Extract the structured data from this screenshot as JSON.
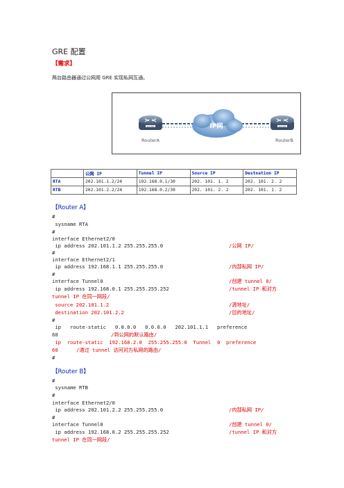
{
  "doc": {
    "title": "GRE 配置",
    "requirement_heading": "【需求】",
    "requirement_text": "两台路由器通过公网用 GRE 实现私网互通。"
  },
  "diagram": {
    "router_a": "RouterA",
    "router_b": "RouterB",
    "cloud": "IP网",
    "router_badge": "ROUTER"
  },
  "table": {
    "headers": [
      "",
      "公网 IP",
      "Tunnel IP",
      "Source IP",
      "Destnation IP"
    ],
    "rows": [
      [
        "RTA",
        "202.101.1.2/24",
        "192.168.0.1/30",
        "202. 101. 1. 2",
        "202. 101. 2. 2"
      ],
      [
        "RTB",
        "202.101.2.2/24",
        "192.168.0.2/30",
        "202. 101. 2. 2",
        "202. 101. 1. 2"
      ]
    ]
  },
  "config_a": {
    "heading": "【Router A】",
    "l1": "#",
    "l2": " sysname RTA",
    "l3": "#",
    "l4": "interface Ethernet2/0",
    "l5": " ip address 202.101.1.2 255.255.255.0",
    "c5": "/公网 IP/",
    "l6": "#",
    "l7": "interface Ethernet2/1",
    "l8": " ip address 192.168.1.1 255.255.255.0",
    "c8": "/内部私网 IP/",
    "l9": "#",
    "l10": "interface Tunnel0",
    "c10": "/创建 tunnel 0/",
    "l11": " ip address 192.168.0.1 255.255.255.252",
    "c11": "/tunnel IP 和对方",
    "l12": "tunnel IP 在同一网段/",
    "l13": " source 202.101.1.2",
    "c13": "/源地址/",
    "l14": " destination 202.101.2.2",
    "c14": "/目的地址/",
    "l15": "#",
    "l16": " ip   route-static   0.0.0.0   0.0.0.0   202.101.1.1   preference",
    "l17a": "60",
    "l17b": "/到公网的默认路由/",
    "l18": " ip  route-static  192.168.2.0  255.255.255.0  Tunnel  0  preference",
    "l19a": "60",
    "l19b": "/通过 tunnel 访问对方私网的路由/",
    "l20": "#"
  },
  "config_b": {
    "heading": "【Router B】",
    "l1": "#",
    "l2": " sysname RTB",
    "l3": "#",
    "l4": "interface Ethernet2/0",
    "l5": " ip address 202.101.2.2 255.255.255.0",
    "c5": "/内部私网 IP/",
    "l6": "#",
    "l7": "interface Tunnel0",
    "c7": "/创建 tunnel 0/",
    "l8": " ip address 192.168.0.2 255.255.255.252",
    "c8": "/tunnel IP 和对方",
    "l9": "tunnel IP 在同一网段/"
  }
}
